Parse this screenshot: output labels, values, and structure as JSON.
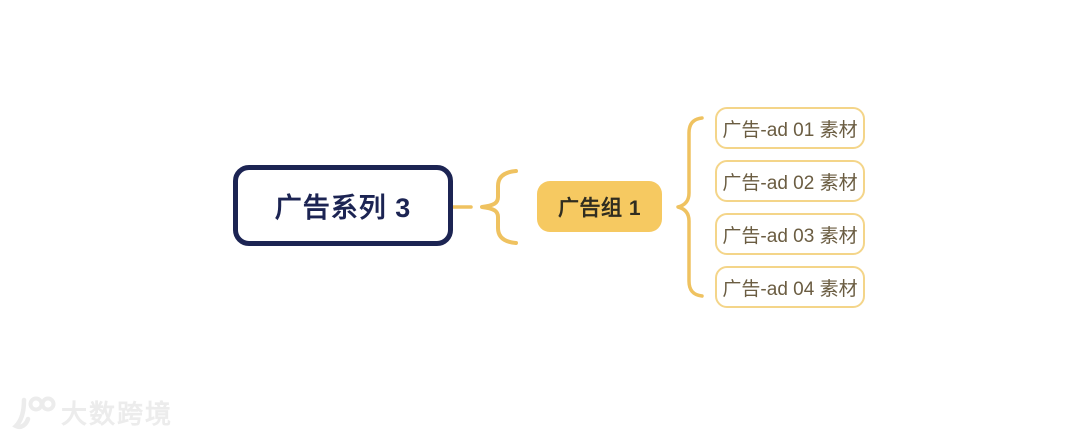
{
  "mindmap": {
    "root": {
      "label": "广告系列 3"
    },
    "group": {
      "label": "广告组 1"
    },
    "leaves": [
      {
        "label": "广告-ad 01 素材"
      },
      {
        "label": "广告-ad 02 素材"
      },
      {
        "label": "广告-ad 03 素材"
      },
      {
        "label": "广告-ad 04 素材"
      }
    ]
  },
  "watermark": {
    "text": "大数跨境",
    "logo_icon": "100-swoosh-logo"
  },
  "colors": {
    "bg": "#ffffff",
    "navy": "#1c2453",
    "gold": "#efc260",
    "gold_fill": "#f6c961",
    "group_text": "#302d20",
    "leaf_border": "#f4d589",
    "leaf_text": "#6b5d42",
    "watermark": "#ececec"
  }
}
